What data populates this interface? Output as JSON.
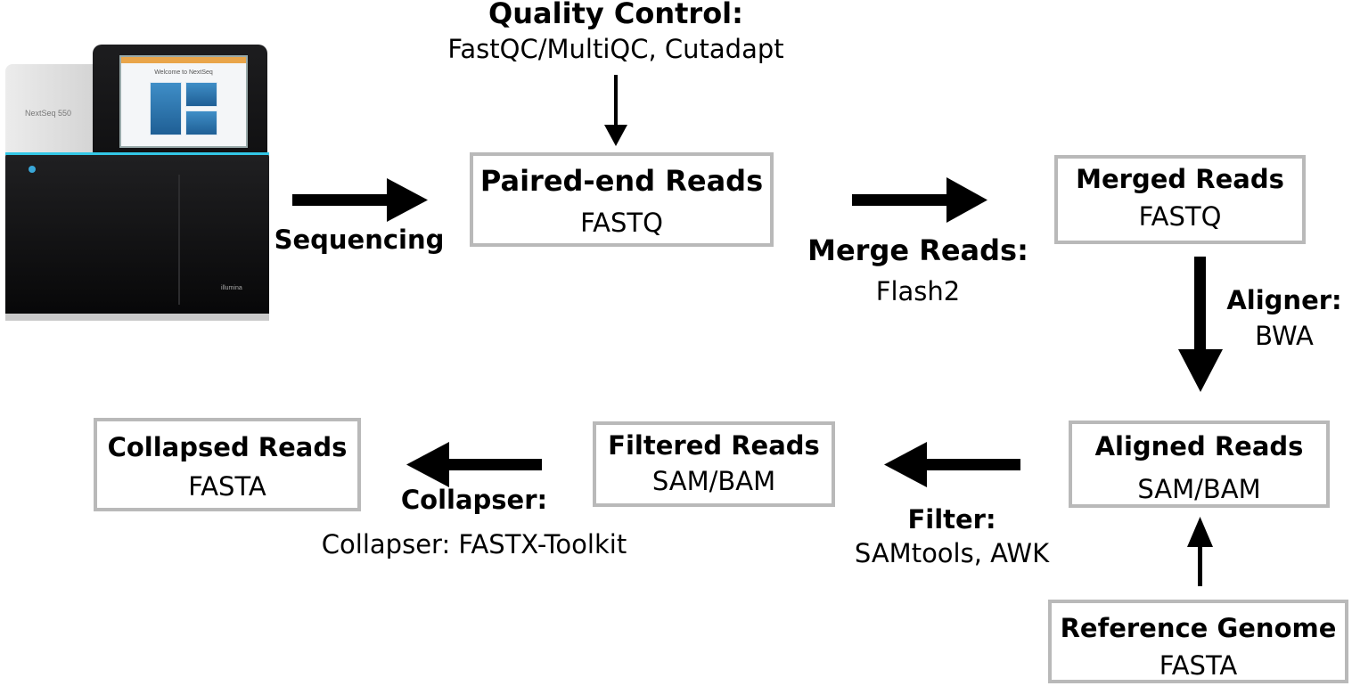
{
  "machine": {
    "side_label": "NextSeq 550",
    "screen_text": "Welcome to NextSeq",
    "brand": "illumina"
  },
  "boxes": {
    "paired": {
      "title": "Paired-end Reads",
      "sub": "FASTQ"
    },
    "merged": {
      "title": "Merged Reads",
      "sub": "FASTQ"
    },
    "aligned": {
      "title": "Aligned Reads",
      "sub": "SAM/BAM"
    },
    "filtered": {
      "title": "Filtered Reads",
      "sub": "SAM/BAM"
    },
    "collapsed": {
      "title": "Collapsed Reads",
      "sub": "FASTA"
    },
    "reference": {
      "title": "Reference Genome",
      "sub": "FASTA"
    }
  },
  "labels": {
    "qc": {
      "bold": "Quality Control:",
      "tools": "FastQC/MultiQC, Cutadapt"
    },
    "sequencing": {
      "bold": "Sequencing"
    },
    "merge": {
      "bold": "Merge Reads:",
      "tools": "Flash2"
    },
    "aligner": {
      "bold": "Aligner:",
      "tools": "BWA"
    },
    "filter": {
      "bold": "Filter:",
      "tools": "SAMtools, AWK"
    },
    "collapser": {
      "bold": "Collapser:",
      "tools": "Collapser: FASTX-Toolkit"
    }
  }
}
